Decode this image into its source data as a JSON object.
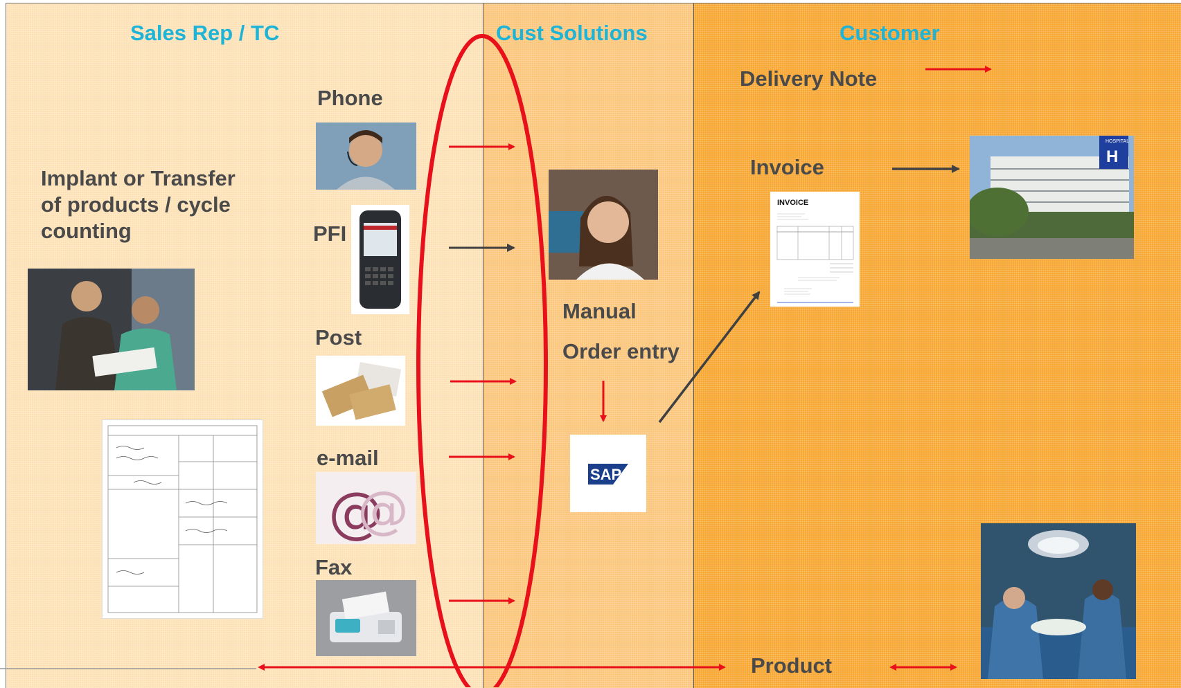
{
  "lanes": {
    "sales_rep": "Sales Rep / TC",
    "cust_solutions": "Cust Solutions",
    "customer": "Customer"
  },
  "labels": {
    "phone": "Phone",
    "pfi": "PFI",
    "post": "Post",
    "email": "e-mail",
    "fax": "Fax",
    "implant_line1": "Implant or Transfer",
    "implant_line2": "of products / cycle",
    "implant_line3": "counting",
    "manual": "Manual",
    "order_entry": "Order entry",
    "delivery_note": "Delivery Note",
    "invoice": "Invoice",
    "product": "Product"
  },
  "images": {
    "sap_logo": "SAP",
    "invoice_doc_title": "INVOICE",
    "hospital_sign": "H",
    "hospital_sign_top": "HOSPITAL"
  },
  "colors": {
    "accent_header": "#1fb3d6",
    "arrow_red": "#e8101a",
    "arrow_dark": "#404040"
  }
}
